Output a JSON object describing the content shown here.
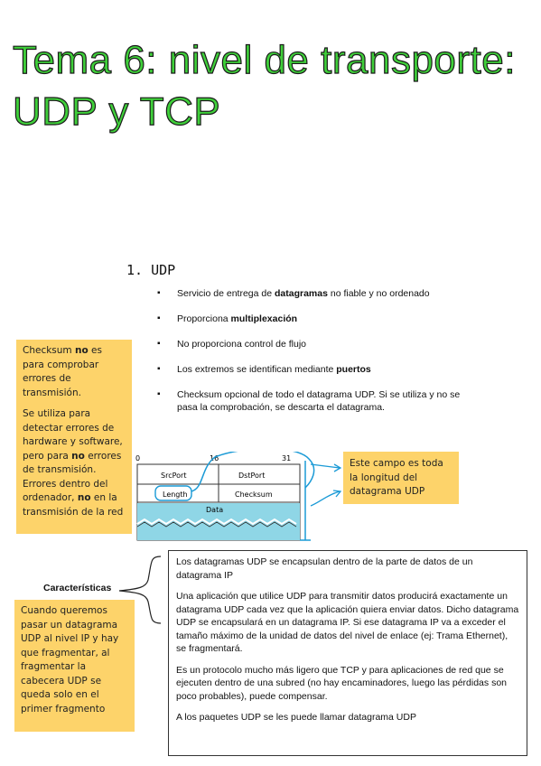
{
  "title": "Tema 6: nivel de transporte: UDP y TCP",
  "section": "1. UDP",
  "bullets": [
    "Servicio de entrega de datagramas no fiable y no ordenado",
    "Proporciona multiplexación",
    "No proporciona control de flujo",
    "Los extremos se identifican mediante puertos",
    "Checksum opcional de todo el datagrama UDP. Si se utiliza y no se pasa la comprobación, se descarta el datagrama."
  ],
  "note_checksum": {
    "p1": "Checksum no es para comprobar errores de transmisión.",
    "p2": "Se utiliza para detectar errores de hardware y software, pero para no errores de transmisión. Errores dentro del ordenador, no en la transmisión de la red"
  },
  "note_length": "Este campo es toda la longitud del datagrama UDP",
  "note_fragment": "Cuando queremos pasar un datagrama UDP al nivel IP y hay que fragmentar, al fragmentar la cabecera UDP se queda solo en el primer fragmento",
  "features_label": "Características",
  "diagram": {
    "bit0": "0",
    "bit16": "16",
    "bit31": "31",
    "srcport": "SrcPort",
    "dstport": "DstPort",
    "length": "Length",
    "checksum": "Checksum",
    "data": "Data",
    "colors": {
      "data_fill": "#8fd6e6",
      "annot": "#1a9ad6"
    }
  },
  "box": {
    "p1": "Los datagramas UDP se encapsulan dentro de la parte de datos de un datagrama IP",
    "p2": "Una aplicación que utilice UDP para transmitir datos producirá exactamente un datagrama UDP cada vez que la aplicación quiera enviar datos. Dicho datagrama UDP se encapsulará en un datagrama IP. Si ese datagrama IP va a exceder el tamaño máximo de la unidad de datos del nivel de enlace (ej: Trama Ethernet), se fragmentará.",
    "p3": "Es un protocolo mucho más ligero que TCP y para aplicaciones de red que se ejecuten dentro de una subred (no hay encaminadores, luego las pérdidas son poco probables), puede compensar.",
    "p4": "A los paquetes UDP se les puede llamar datagrama UDP"
  },
  "colors": {
    "title": "#3fcf3a",
    "note_bg": "#fdd36a"
  }
}
